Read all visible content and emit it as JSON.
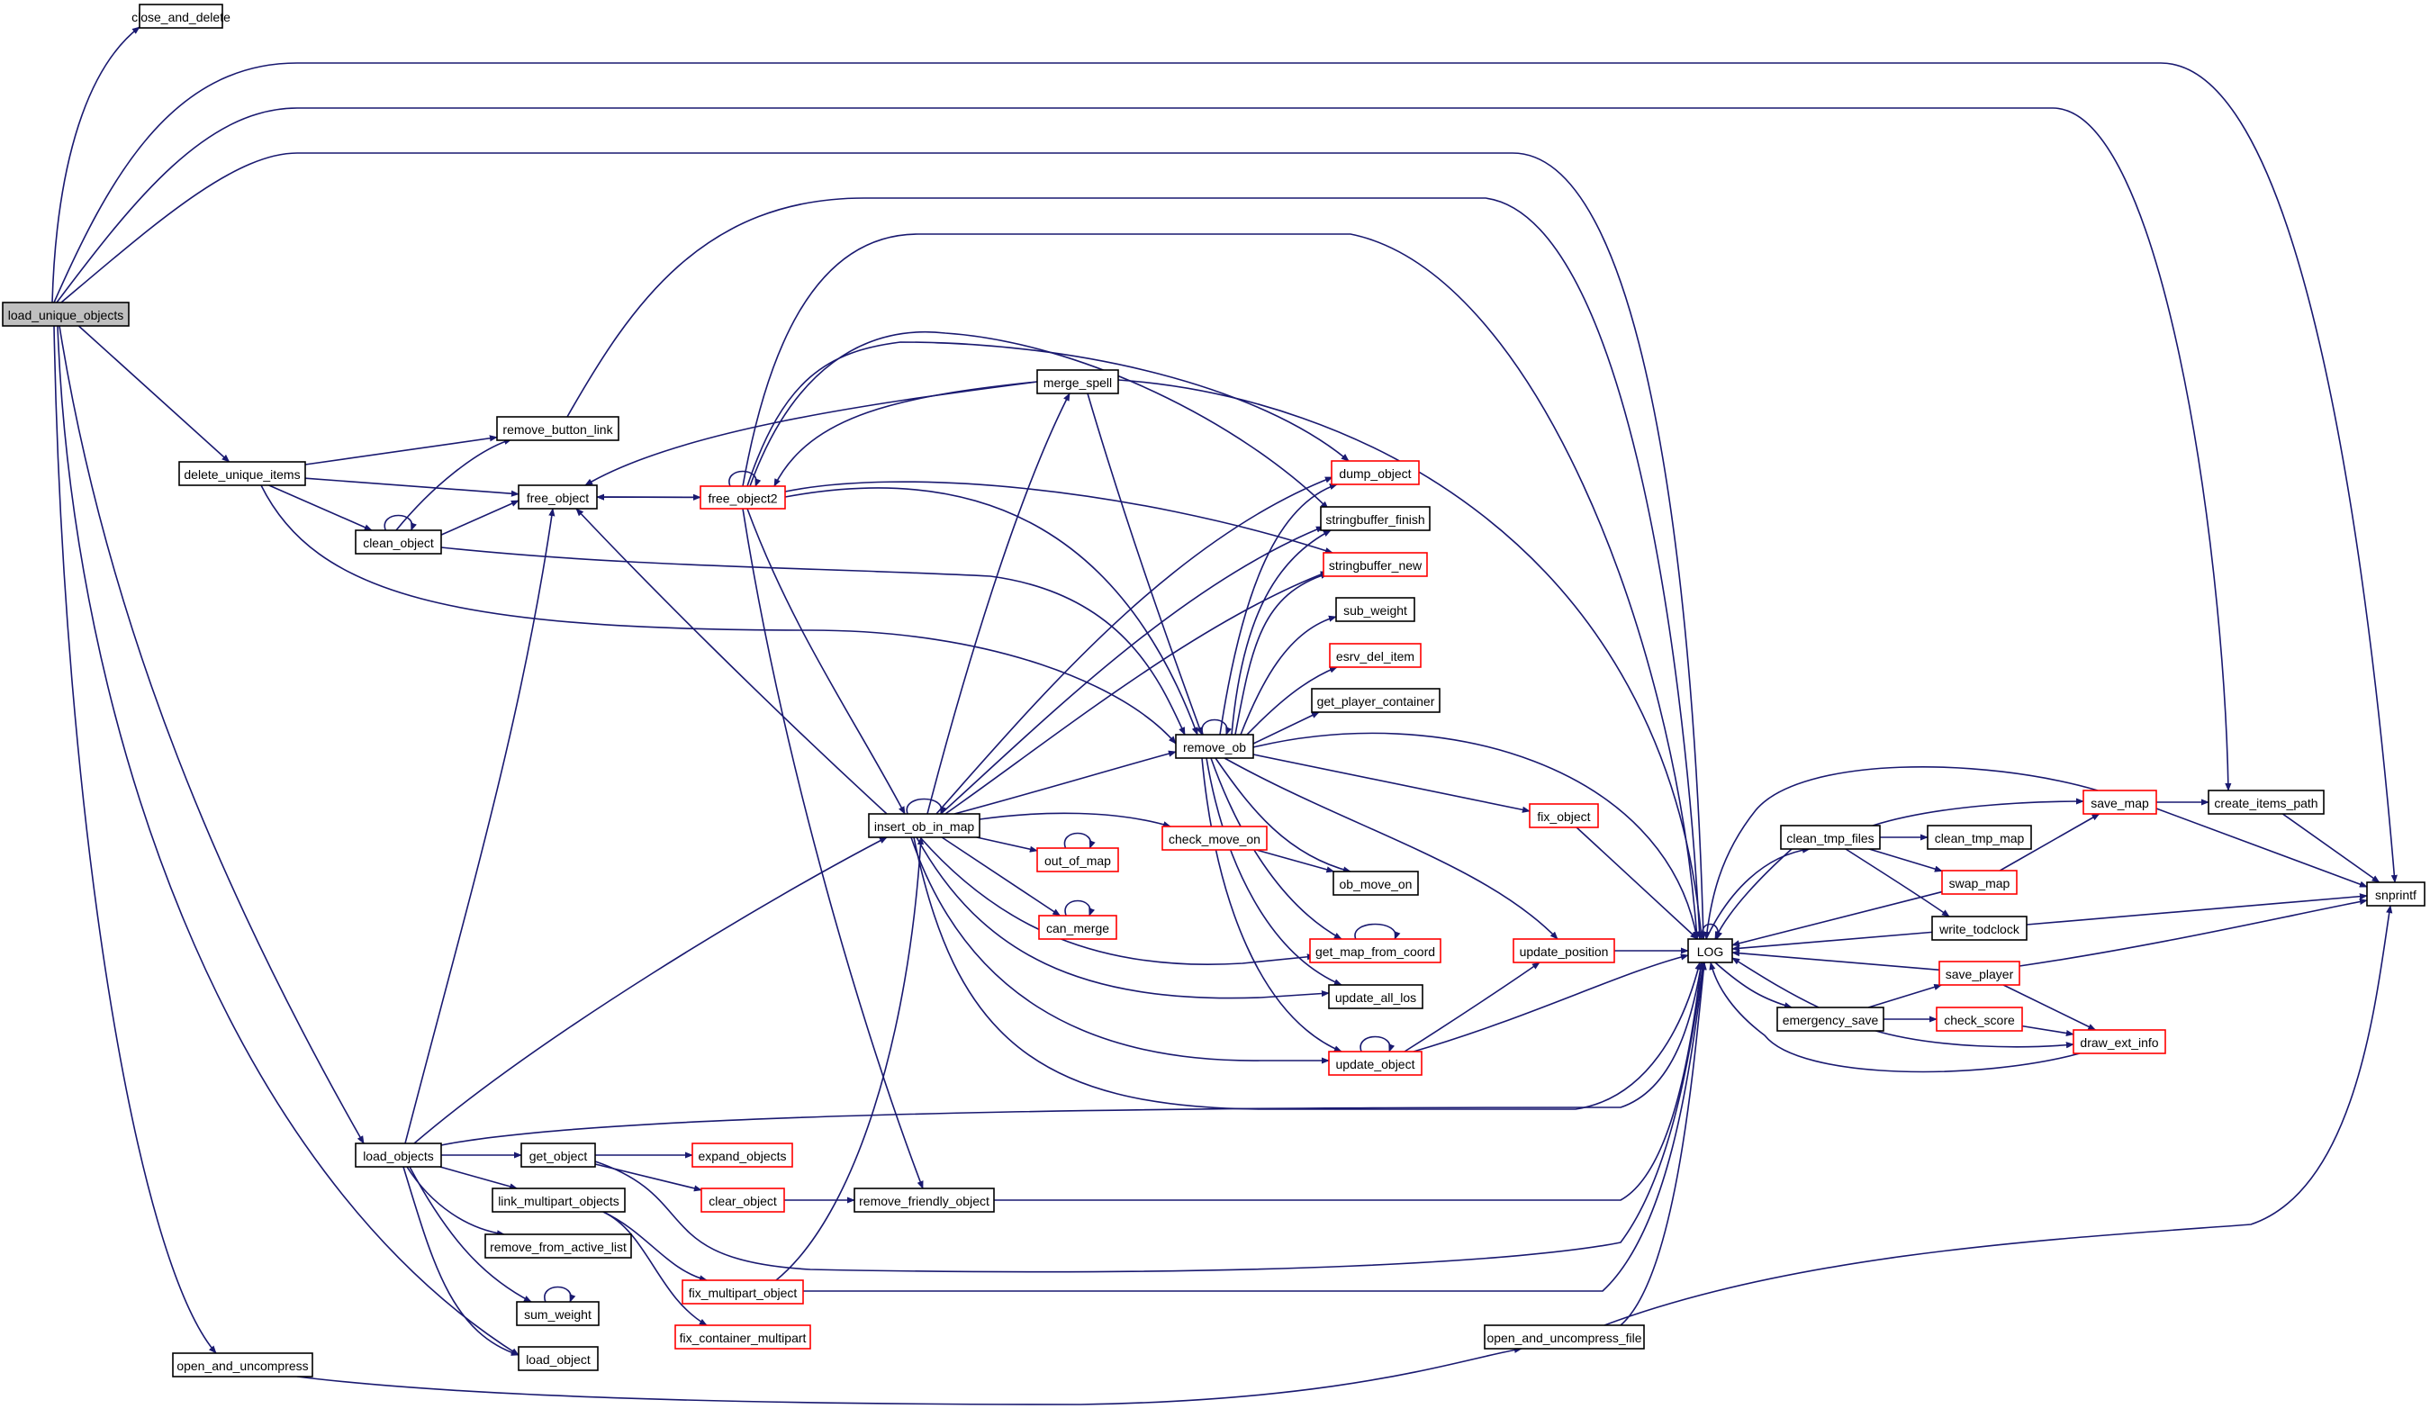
{
  "diagram": {
    "type": "call-graph",
    "root": "load_unique_objects",
    "colors": {
      "edge": "#191970",
      "default_border": "#000000",
      "truncated_border": "#ff0000",
      "root_fill": "#bfbfbf",
      "node_fill": "#ffffff"
    },
    "nodes": [
      {
        "id": "load_unique_objects",
        "label": "load_unique_objects",
        "style": "root"
      },
      {
        "id": "close_and_delete",
        "label": "close_and_delete",
        "style": "normal"
      },
      {
        "id": "delete_unique_items",
        "label": "delete_unique_items",
        "style": "normal"
      },
      {
        "id": "remove_button_link",
        "label": "remove_button_link",
        "style": "normal"
      },
      {
        "id": "free_object",
        "label": "free_object",
        "style": "normal"
      },
      {
        "id": "clean_object",
        "label": "clean_object",
        "style": "normal"
      },
      {
        "id": "free_object2",
        "label": "free_object2",
        "style": "red"
      },
      {
        "id": "merge_spell",
        "label": "merge_spell",
        "style": "normal"
      },
      {
        "id": "dump_object",
        "label": "dump_object",
        "style": "red"
      },
      {
        "id": "stringbuffer_finish",
        "label": "stringbuffer_finish",
        "style": "normal"
      },
      {
        "id": "stringbuffer_new",
        "label": "stringbuffer_new",
        "style": "red"
      },
      {
        "id": "sub_weight",
        "label": "sub_weight",
        "style": "normal"
      },
      {
        "id": "esrv_del_item",
        "label": "esrv_del_item",
        "style": "red"
      },
      {
        "id": "get_player_container",
        "label": "get_player_container",
        "style": "normal"
      },
      {
        "id": "remove_ob",
        "label": "remove_ob",
        "style": "normal"
      },
      {
        "id": "insert_ob_in_map",
        "label": "insert_ob_in_map",
        "style": "normal"
      },
      {
        "id": "out_of_map",
        "label": "out_of_map",
        "style": "red"
      },
      {
        "id": "check_move_on",
        "label": "check_move_on",
        "style": "red"
      },
      {
        "id": "can_merge",
        "label": "can_merge",
        "style": "red"
      },
      {
        "id": "ob_move_on",
        "label": "ob_move_on",
        "style": "normal"
      },
      {
        "id": "get_map_from_coord",
        "label": "get_map_from_coord",
        "style": "red"
      },
      {
        "id": "update_all_los",
        "label": "update_all_los",
        "style": "normal"
      },
      {
        "id": "update_object",
        "label": "update_object",
        "style": "red"
      },
      {
        "id": "fix_object",
        "label": "fix_object",
        "style": "red"
      },
      {
        "id": "update_position",
        "label": "update_position",
        "style": "red"
      },
      {
        "id": "LOG",
        "label": "LOG",
        "style": "normal"
      },
      {
        "id": "clean_tmp_files",
        "label": "clean_tmp_files",
        "style": "normal"
      },
      {
        "id": "clean_tmp_map",
        "label": "clean_tmp_map",
        "style": "normal"
      },
      {
        "id": "save_map",
        "label": "save_map",
        "style": "red"
      },
      {
        "id": "swap_map",
        "label": "swap_map",
        "style": "red"
      },
      {
        "id": "write_todclock",
        "label": "write_todclock",
        "style": "normal"
      },
      {
        "id": "save_player",
        "label": "save_player",
        "style": "red"
      },
      {
        "id": "emergency_save",
        "label": "emergency_save",
        "style": "normal"
      },
      {
        "id": "check_score",
        "label": "check_score",
        "style": "red"
      },
      {
        "id": "draw_ext_info",
        "label": "draw_ext_info",
        "style": "red"
      },
      {
        "id": "create_items_path",
        "label": "create_items_path",
        "style": "normal"
      },
      {
        "id": "snprintf",
        "label": "snprintf",
        "style": "normal"
      },
      {
        "id": "load_objects",
        "label": "load_objects",
        "style": "normal"
      },
      {
        "id": "get_object",
        "label": "get_object",
        "style": "normal"
      },
      {
        "id": "expand_objects",
        "label": "expand_objects",
        "style": "red"
      },
      {
        "id": "link_multipart_objects",
        "label": "link_multipart_objects",
        "style": "normal"
      },
      {
        "id": "clear_object",
        "label": "clear_object",
        "style": "red"
      },
      {
        "id": "remove_friendly_object",
        "label": "remove_friendly_object",
        "style": "normal"
      },
      {
        "id": "remove_from_active_list",
        "label": "remove_from_active_list",
        "style": "normal"
      },
      {
        "id": "fix_multipart_object",
        "label": "fix_multipart_object",
        "style": "red"
      },
      {
        "id": "fix_container_multipart",
        "label": "fix_container_multipart",
        "style": "red"
      },
      {
        "id": "sum_weight",
        "label": "sum_weight",
        "style": "normal"
      },
      {
        "id": "load_object",
        "label": "load_object",
        "style": "normal"
      },
      {
        "id": "open_and_uncompress",
        "label": "open_and_uncompress",
        "style": "normal"
      },
      {
        "id": "open_and_uncompress_file",
        "label": "open_and_uncompress_file",
        "style": "normal"
      }
    ],
    "edges": [
      [
        "load_unique_objects",
        "close_and_delete"
      ],
      [
        "load_unique_objects",
        "snprintf"
      ],
      [
        "load_unique_objects",
        "create_items_path"
      ],
      [
        "load_unique_objects",
        "LOG"
      ],
      [
        "load_unique_objects",
        "delete_unique_items"
      ],
      [
        "load_unique_objects",
        "load_objects"
      ],
      [
        "load_unique_objects",
        "load_object"
      ],
      [
        "load_unique_objects",
        "open_and_uncompress"
      ],
      [
        "delete_unique_items",
        "remove_button_link"
      ],
      [
        "delete_unique_items",
        "free_object"
      ],
      [
        "delete_unique_items",
        "clean_object"
      ],
      [
        "delete_unique_items",
        "remove_ob"
      ],
      [
        "clean_object",
        "clean_object"
      ],
      [
        "clean_object",
        "remove_button_link"
      ],
      [
        "clean_object",
        "free_object"
      ],
      [
        "clean_object",
        "remove_ob"
      ],
      [
        "remove_button_link",
        "LOG"
      ],
      [
        "free_object",
        "free_object2"
      ],
      [
        "free_object2",
        "free_object"
      ],
      [
        "free_object2",
        "free_object2"
      ],
      [
        "free_object2",
        "LOG"
      ],
      [
        "free_object2",
        "dump_object"
      ],
      [
        "free_object2",
        "stringbuffer_finish"
      ],
      [
        "free_object2",
        "stringbuffer_new"
      ],
      [
        "free_object2",
        "remove_ob"
      ],
      [
        "free_object2",
        "insert_ob_in_map"
      ],
      [
        "free_object2",
        "remove_friendly_object"
      ],
      [
        "merge_spell",
        "free_object"
      ],
      [
        "merge_spell",
        "LOG"
      ],
      [
        "merge_spell",
        "remove_ob"
      ],
      [
        "merge_spell",
        "free_object2"
      ],
      [
        "remove_ob",
        "remove_ob"
      ],
      [
        "remove_ob",
        "dump_object"
      ],
      [
        "remove_ob",
        "stringbuffer_finish"
      ],
      [
        "remove_ob",
        "stringbuffer_new"
      ],
      [
        "remove_ob",
        "sub_weight"
      ],
      [
        "remove_ob",
        "esrv_del_item"
      ],
      [
        "remove_ob",
        "get_player_container"
      ],
      [
        "remove_ob",
        "LOG"
      ],
      [
        "remove_ob",
        "fix_object"
      ],
      [
        "remove_ob",
        "ob_move_on"
      ],
      [
        "remove_ob",
        "get_map_from_coord"
      ],
      [
        "remove_ob",
        "update_all_los"
      ],
      [
        "remove_ob",
        "update_object"
      ],
      [
        "remove_ob",
        "update_position"
      ],
      [
        "insert_ob_in_map",
        "insert_ob_in_map"
      ],
      [
        "insert_ob_in_map",
        "free_object"
      ],
      [
        "insert_ob_in_map",
        "merge_spell"
      ],
      [
        "insert_ob_in_map",
        "remove_ob"
      ],
      [
        "insert_ob_in_map",
        "dump_object"
      ],
      [
        "insert_ob_in_map",
        "stringbuffer_finish"
      ],
      [
        "insert_ob_in_map",
        "stringbuffer_new"
      ],
      [
        "insert_ob_in_map",
        "check_move_on"
      ],
      [
        "insert_ob_in_map",
        "out_of_map"
      ],
      [
        "insert_ob_in_map",
        "can_merge"
      ],
      [
        "insert_ob_in_map",
        "get_map_from_coord"
      ],
      [
        "insert_ob_in_map",
        "update_all_los"
      ],
      [
        "insert_ob_in_map",
        "update_object"
      ],
      [
        "insert_ob_in_map",
        "LOG"
      ],
      [
        "out_of_map",
        "out_of_map"
      ],
      [
        "can_merge",
        "can_merge"
      ],
      [
        "check_move_on",
        "ob_move_on"
      ],
      [
        "get_map_from_coord",
        "get_map_from_coord"
      ],
      [
        "update_object",
        "update_object"
      ],
      [
        "update_object",
        "update_position"
      ],
      [
        "update_object",
        "LOG"
      ],
      [
        "update_position",
        "LOG"
      ],
      [
        "fix_object",
        "LOG"
      ],
      [
        "LOG",
        "LOG"
      ],
      [
        "LOG",
        "clean_tmp_files"
      ],
      [
        "LOG",
        "emergency_save"
      ],
      [
        "clean_tmp_files",
        "LOG"
      ],
      [
        "clean_tmp_files",
        "save_map"
      ],
      [
        "clean_tmp_files",
        "clean_tmp_map"
      ],
      [
        "clean_tmp_files",
        "swap_map"
      ],
      [
        "clean_tmp_files",
        "write_todclock"
      ],
      [
        "save_map",
        "LOG"
      ],
      [
        "save_map",
        "create_items_path"
      ],
      [
        "save_map",
        "snprintf"
      ],
      [
        "swap_map",
        "save_map"
      ],
      [
        "swap_map",
        "LOG"
      ],
      [
        "write_todclock",
        "LOG"
      ],
      [
        "write_todclock",
        "snprintf"
      ],
      [
        "save_player",
        "LOG"
      ],
      [
        "save_player",
        "snprintf"
      ],
      [
        "save_player",
        "draw_ext_info"
      ],
      [
        "emergency_save",
        "LOG"
      ],
      [
        "emergency_save",
        "save_player"
      ],
      [
        "emergency_save",
        "check_score"
      ],
      [
        "emergency_save",
        "draw_ext_info"
      ],
      [
        "check_score",
        "draw_ext_info"
      ],
      [
        "draw_ext_info",
        "LOG"
      ],
      [
        "create_items_path",
        "snprintf"
      ],
      [
        "load_objects",
        "LOG"
      ],
      [
        "load_objects",
        "free_object"
      ],
      [
        "load_objects",
        "insert_ob_in_map"
      ],
      [
        "load_objects",
        "get_object"
      ],
      [
        "load_objects",
        "link_multipart_objects"
      ],
      [
        "load_objects",
        "remove_from_active_list"
      ],
      [
        "load_objects",
        "sum_weight"
      ],
      [
        "load_objects",
        "load_object"
      ],
      [
        "get_object",
        "expand_objects"
      ],
      [
        "get_object",
        "clear_object"
      ],
      [
        "get_object",
        "LOG"
      ],
      [
        "clear_object",
        "remove_friendly_object"
      ],
      [
        "remove_friendly_object",
        "LOG"
      ],
      [
        "link_multipart_objects",
        "fix_multipart_object"
      ],
      [
        "link_multipart_objects",
        "fix_container_multipart"
      ],
      [
        "fix_multipart_object",
        "insert_ob_in_map"
      ],
      [
        "fix_multipart_object",
        "LOG"
      ],
      [
        "sum_weight",
        "sum_weight"
      ],
      [
        "open_and_uncompress",
        "open_and_uncompress_file"
      ],
      [
        "open_and_uncompress_file",
        "LOG"
      ],
      [
        "open_and_uncompress_file",
        "snprintf"
      ]
    ]
  }
}
